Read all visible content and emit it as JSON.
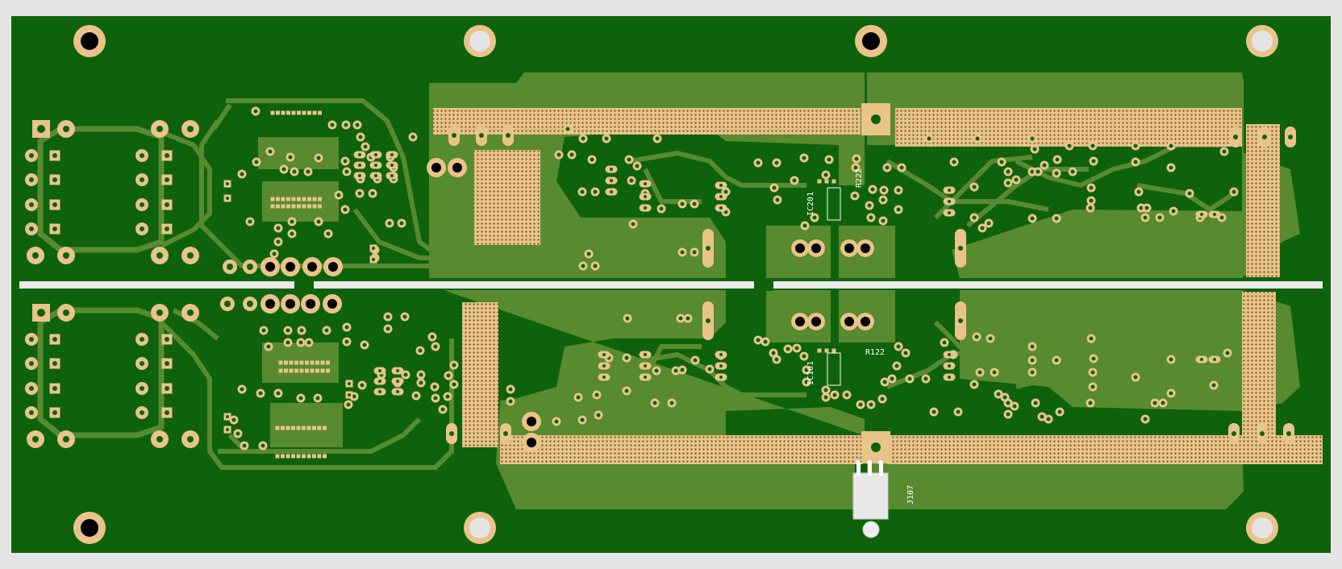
{
  "app": {
    "title": "PCB board layout view"
  },
  "colors": {
    "background": "#e4e4e4",
    "board": "#0f620c",
    "copper_pour": "#588a2f",
    "trace": "#588a2f",
    "pad": "#e8c48a",
    "hole": "#000000",
    "silkscreen": "#ffffff",
    "slot": "#eaeaea"
  },
  "silkscreen": {
    "top": {
      "ic_label": "IC201",
      "resistor_label": "R222"
    },
    "bottom": {
      "ic_label": "IC101",
      "resistor_label": "R122"
    },
    "connector_label": "J107"
  }
}
